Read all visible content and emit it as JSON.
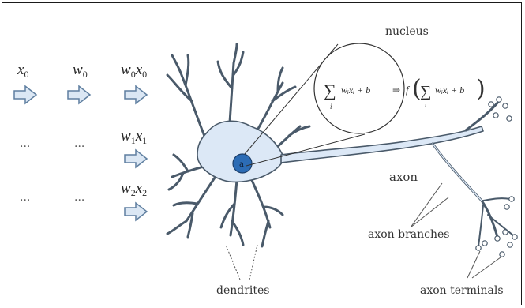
{
  "colors": {
    "cell_fill": "#dce8f6",
    "cell_stroke": "#4a5a6a",
    "nucleus_fill": "#2c6cb5",
    "arrow_fill": "#dbe7f4",
    "arrow_stroke": "#5f7fa0",
    "leader": "#555555"
  },
  "inputs": {
    "row0": {
      "x": "x",
      "x_sub": "0",
      "w": "w",
      "w_sub": "0",
      "wx_w": "w",
      "wx_w_sub": "0",
      "wx_x": "x",
      "wx_x_sub": "0"
    },
    "row1": {
      "x": "···",
      "w": "···",
      "wx_w": "w",
      "wx_w_sub": "1",
      "wx_x": "x",
      "wx_x_sub": "1"
    },
    "row2": {
      "x": "···",
      "w": "···",
      "wx_w": "w",
      "wx_w_sub": "2",
      "wx_x": "x",
      "wx_x_sub": "2"
    }
  },
  "labels": {
    "nucleus": "nucleus",
    "axon": "axon",
    "axon_branches": "axon branches",
    "dendrites": "dendrites",
    "axon_terminals": "axon terminals",
    "nucleus_dot": "a"
  },
  "formula": {
    "sum_symbol": "∑",
    "sum_index": "i",
    "inner": "wᵢxᵢ + b",
    "arrow": "⇒",
    "f": "f",
    "paren_open": "(",
    "paren_close": ")",
    "outer_inner": "wᵢxᵢ + b"
  },
  "icons": [
    "right-arrow-icon"
  ]
}
